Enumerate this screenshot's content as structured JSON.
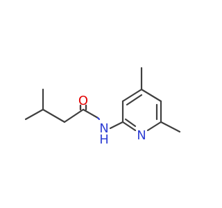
{
  "molecule": {
    "atoms": {
      "oxygen": {
        "label": "O",
        "color": "#e30000"
      },
      "amide_nitrogen": {
        "label": "N",
        "hydrogen": "H",
        "color": "#2f3fd4"
      },
      "pyridine_nitrogen": {
        "label": "N",
        "color": "#2f3fd4"
      }
    },
    "bond_color": "#3f3f3f"
  }
}
